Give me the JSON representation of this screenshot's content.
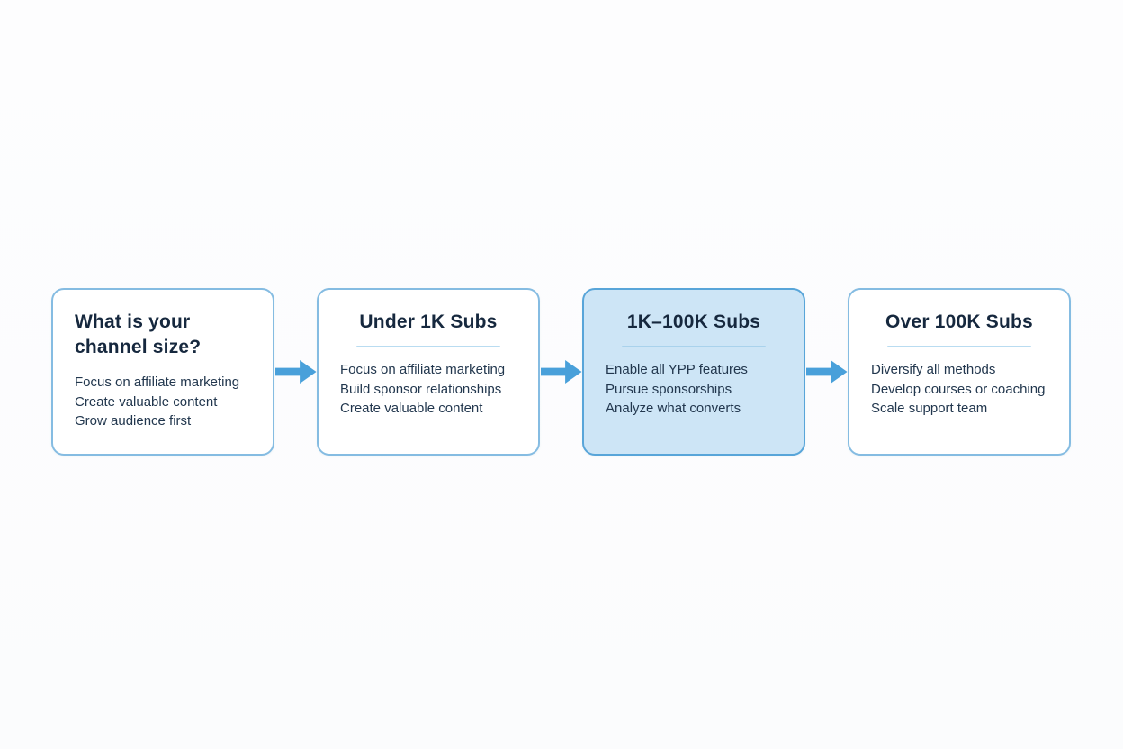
{
  "diagram": {
    "type": "flowchart",
    "boxes": [
      {
        "title": "What is your channel size?",
        "items": [
          "Focus on affiliate marketing",
          "Create valuable content",
          "Grow audience first"
        ],
        "highlighted": false
      },
      {
        "title": "Under 1K Subs",
        "items": [
          "Focus on affiliate marketing",
          "Build sponsor relationships",
          "Create valuable content"
        ],
        "highlighted": false
      },
      {
        "title": "1K–100K Subs",
        "items": [
          "Enable all YPP features",
          "Pursue sponsorships",
          "Analyze what converts"
        ],
        "highlighted": true
      },
      {
        "title": "Over 100K Subs",
        "items": [
          "Diversify all methods",
          "Develop courses or coaching",
          "Scale support team"
        ],
        "highlighted": false
      }
    ],
    "colors": {
      "arrow": "#49a0da",
      "box_border": "#85bce2",
      "highlight_fill": "#cde5f6",
      "highlight_border": "#58a5d9",
      "title_text": "#16283e",
      "body_text": "#22374e",
      "divider": "#b9dcf1",
      "background": "#fcfdfe"
    }
  }
}
